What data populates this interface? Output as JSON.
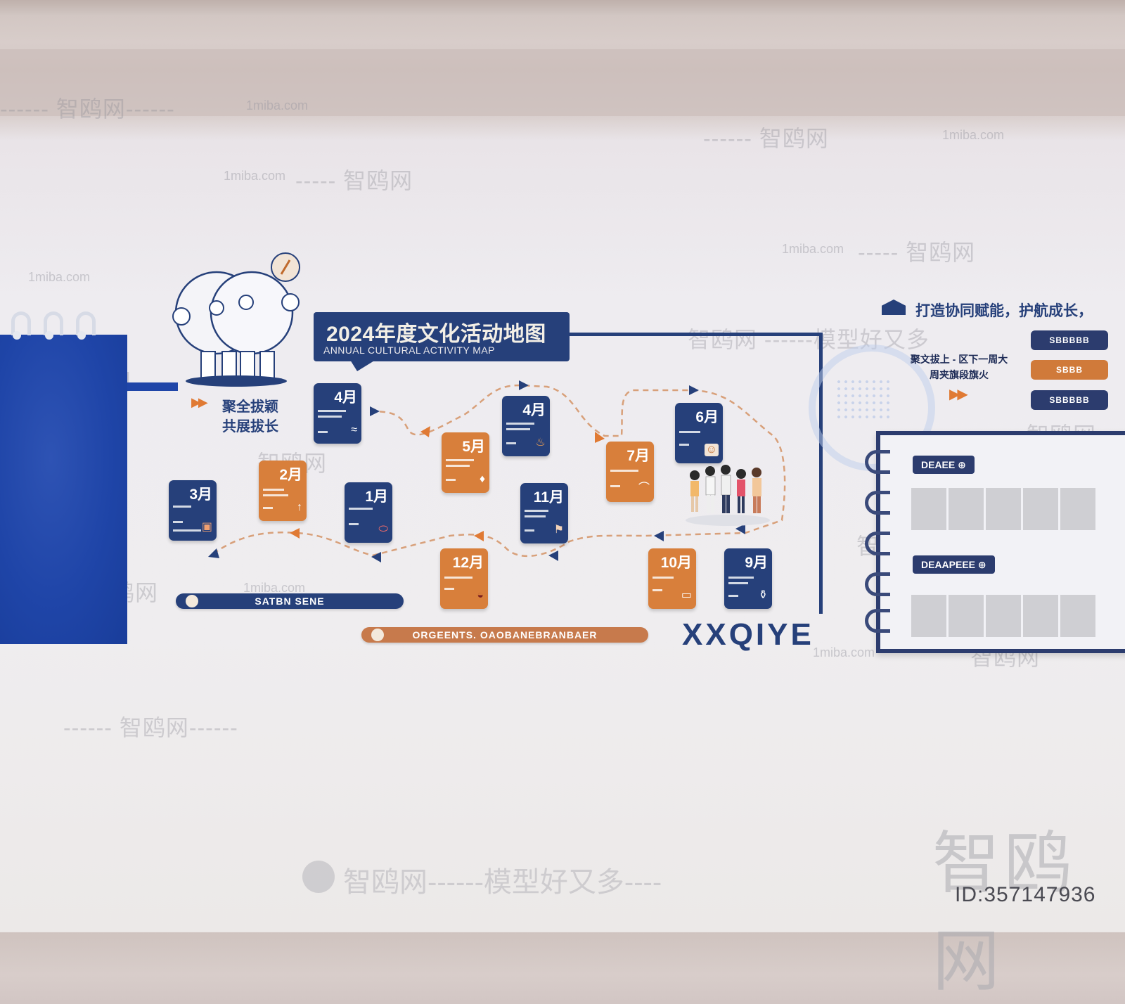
{
  "title": {
    "main": "2024年度文化活动地图",
    "sub": "ANNUAL CULTURAL ACTIVITY MAP"
  },
  "slogan": {
    "line1": "聚全拔颖",
    "line2": "共展拔长"
  },
  "months": [
    {
      "id": "4a",
      "label": "4月",
      "color": "navy"
    },
    {
      "id": "4b",
      "label": "4月",
      "color": "navy"
    },
    {
      "id": "5",
      "label": "5月",
      "color": "orange"
    },
    {
      "id": "6",
      "label": "6月",
      "color": "navy"
    },
    {
      "id": "7",
      "label": "7月",
      "color": "orange"
    },
    {
      "id": "3",
      "label": "3月",
      "color": "navy"
    },
    {
      "id": "2",
      "label": "2月",
      "color": "orange"
    },
    {
      "id": "1",
      "label": "1月",
      "color": "navy"
    },
    {
      "id": "11",
      "label": "11月",
      "color": "navy"
    },
    {
      "id": "12",
      "label": "12月",
      "color": "orange"
    },
    {
      "id": "10",
      "label": "10月",
      "color": "orange"
    },
    {
      "id": "9",
      "label": "9月",
      "color": "navy"
    }
  ],
  "bars": {
    "navy_bar": "SATBN SENE",
    "orange_bar": "ORGEENTS. OAOBANEBRANBAER"
  },
  "brand": "XXQIYE",
  "right": {
    "headline": "打造协同赋能，护航成长，",
    "note_line1": "聚文拔上 - 区下一周大",
    "note_line2": "周夹旗段旗火",
    "buttons": [
      "SBBBBB",
      "SBBB",
      "SBBBBB"
    ],
    "tag1": "DEAEE ⊕",
    "tag2": "DEAAPEEE ⊕"
  },
  "watermarks": {
    "site": "1miba.com",
    "cn": "智鸥网",
    "slogan": "智鸥网------模型好又多----",
    "slogan_short": "------模型好又多"
  },
  "id_label": "ID:357147936",
  "colors": {
    "navy": "#26407a",
    "orange": "#d87f3b",
    "panel_blue": "#1f45a8"
  }
}
